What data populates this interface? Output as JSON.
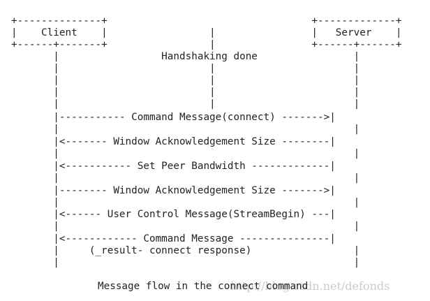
{
  "diagram": {
    "lines": [
      "+--------------+                                  +-------------+",
      "|    Client    |                 |                |   Server    |",
      "+------+-------+                 |                +------+------+",
      "       |                 Handshaking done                |",
      "       |                         |                       |",
      "       |                         |                       |",
      "       |                         |                       |",
      "       |                         |                       |",
      "       |----------- Command Message(connect) ------->|",
      "       |                                                 |",
      "       |<------- Window Acknowledgement Size --------|",
      "       |                                                 |",
      "       |<----------- Set Peer Bandwidth -------------|",
      "       |                                                 |",
      "       |-------- Window Acknowledgement Size ------->|",
      "       |                                                 |",
      "       |<------ User Control Message(StreamBegin) ---|",
      "       |                                                 |",
      "       |<------------ Command Message ---------------|",
      "       |     (_result- connect response)                 |",
      "       |                                                 |"
    ],
    "caption": "Message flow in the connect command",
    "watermark": "http://blog.csdn.net/defonds"
  }
}
